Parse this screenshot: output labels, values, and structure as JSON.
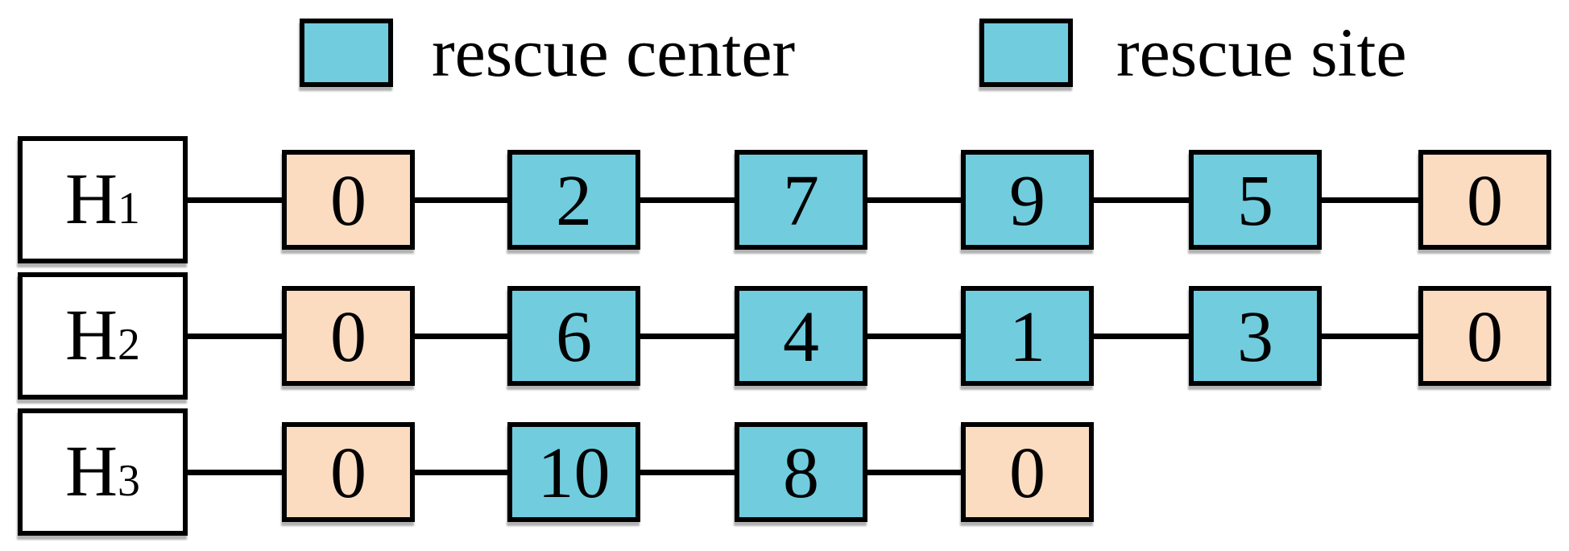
{
  "legend": {
    "items": [
      {
        "label": "rescue center",
        "swatch_color": "#71CCDE"
      },
      {
        "label": "rescue site",
        "swatch_color": "#71CCDE"
      }
    ]
  },
  "colors": {
    "cyan": "#71CCDE",
    "peach": "#FCDCC1",
    "outline": "#000000",
    "background": "#FFFFFF"
  },
  "rows": [
    {
      "label": "H",
      "subscript": "1",
      "nodes": [
        {
          "value": "0",
          "fill": "peach"
        },
        {
          "value": "2",
          "fill": "cyan"
        },
        {
          "value": "7",
          "fill": "cyan"
        },
        {
          "value": "9",
          "fill": "cyan"
        },
        {
          "value": "5",
          "fill": "cyan"
        },
        {
          "value": "0",
          "fill": "peach"
        }
      ]
    },
    {
      "label": "H",
      "subscript": "2",
      "nodes": [
        {
          "value": "0",
          "fill": "peach"
        },
        {
          "value": "6",
          "fill": "cyan"
        },
        {
          "value": "4",
          "fill": "cyan"
        },
        {
          "value": "1",
          "fill": "cyan"
        },
        {
          "value": "3",
          "fill": "cyan"
        },
        {
          "value": "0",
          "fill": "peach"
        }
      ]
    },
    {
      "label": "H",
      "subscript": "3",
      "nodes": [
        {
          "value": "0",
          "fill": "peach"
        },
        {
          "value": "10",
          "fill": "cyan"
        },
        {
          "value": "8",
          "fill": "cyan"
        },
        {
          "value": "0",
          "fill": "peach"
        }
      ]
    }
  ]
}
